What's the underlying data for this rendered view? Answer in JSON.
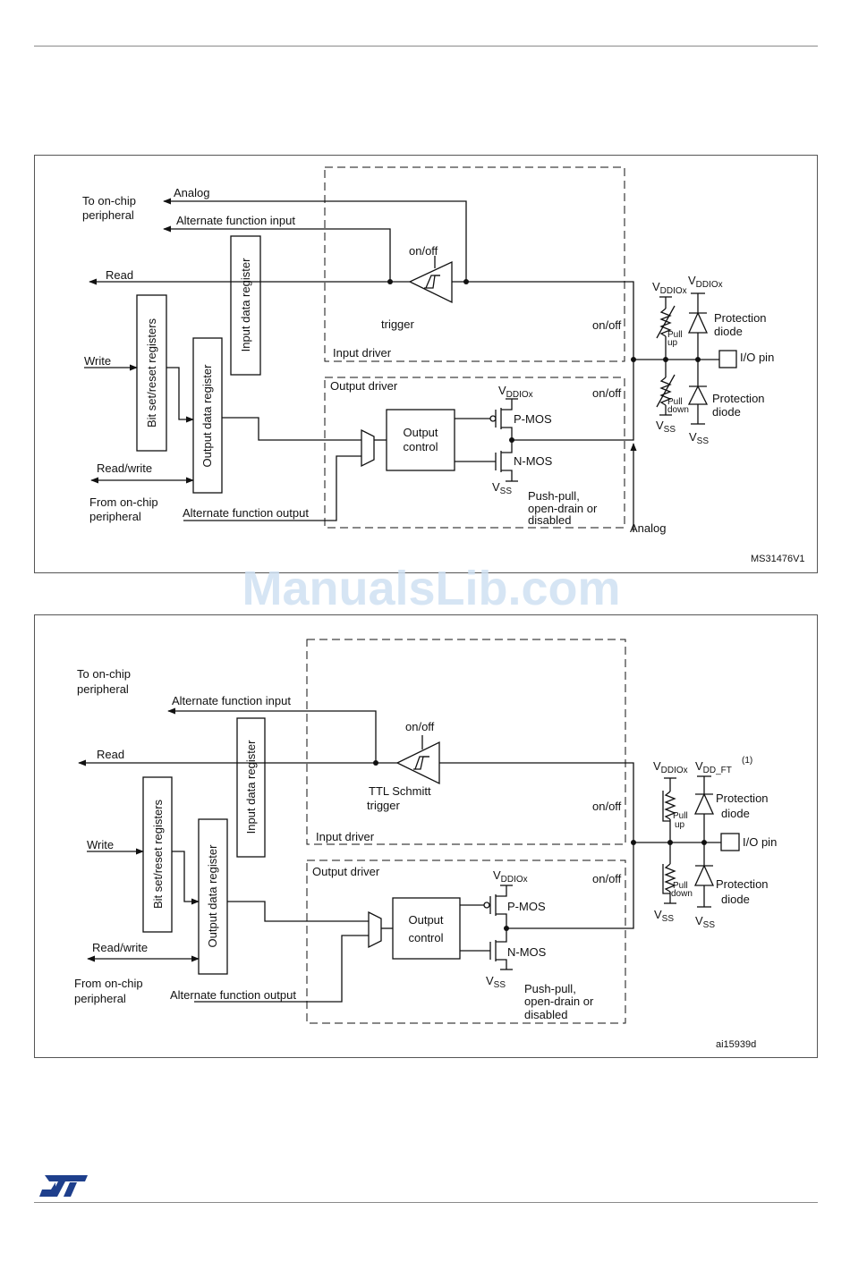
{
  "diagram1": {
    "to_onchip": [
      "To on-chip",
      "peripheral"
    ],
    "analog_in": "Analog",
    "alt_fn_input": "Alternate function input",
    "read": "Read",
    "write": "Write",
    "read_write": "Read/write",
    "from_onchip": [
      "From on-chip",
      "peripheral"
    ],
    "alt_fn_output": "Alternate function output",
    "input_data_register": "Input data register",
    "bit_set_reset_registers": "Bit set/reset registers",
    "output_data_register": "Output data register",
    "on_off_trigger": "on/off",
    "trigger": "trigger",
    "on_off_input": "on/off",
    "on_off_output": "on/off",
    "input_driver": "Input driver",
    "output_driver": "Output driver",
    "output_control": [
      "Output",
      "control"
    ],
    "pmos": "P-MOS",
    "nmos": "N-MOS",
    "vdd_main": "V",
    "vdd_main_sub": "DDIOx",
    "vss_main": "V",
    "vss_main_sub": "SS",
    "push_pull": [
      "Push-pull,",
      "open-drain or",
      "disabled"
    ],
    "analog_out": "Analog",
    "vdd_pull": "V",
    "vdd_pull_sub": "DDIOx",
    "vdd_diode": "V",
    "vdd_diode_sub": "DDIOx",
    "pull_up": [
      "Pull",
      "up"
    ],
    "pull_down": [
      "Pull",
      "down"
    ],
    "vss_pull": "V",
    "vss_pull_sub": "SS",
    "vss_diode": "V",
    "vss_diode_sub": "SS",
    "protection_diode_top": [
      "Protection",
      "diode"
    ],
    "protection_diode_bottom": [
      "Protection",
      "diode"
    ],
    "io_pin": "I/O pin",
    "ref_code": "MS31476V1"
  },
  "watermark": "ManualsLib.com",
  "diagram2": {
    "to_onchip": [
      "To on-chip",
      "peripheral"
    ],
    "alt_fn_input": "Alternate function input",
    "read": "Read",
    "write": "Write",
    "read_write": "Read/write",
    "from_onchip": [
      "From on-chip",
      "peripheral"
    ],
    "alt_fn_output": "Alternate function output",
    "input_data_register": "Input data register",
    "bit_set_reset_registers": "Bit set/reset registers",
    "output_data_register": "Output data register",
    "on_off_trigger": "on/off",
    "ttl_schmitt": [
      "TTL Schmitt",
      "trigger"
    ],
    "on_off_input": "on/off",
    "on_off_output": "on/off",
    "input_driver": "Input driver",
    "output_driver": "Output driver",
    "output_control": [
      "Output",
      "control"
    ],
    "pmos": "P-MOS",
    "nmos": "N-MOS",
    "vdd_main": "V",
    "vdd_main_sub": "DDIOx",
    "vss_main": "V",
    "vss_main_sub": "SS",
    "push_pull": [
      "Push-pull,",
      "open-drain or",
      "disabled"
    ],
    "vdd_pull": "V",
    "vdd_pull_sub": "DDIOx",
    "vdd_diode": "V",
    "vdd_diode_sub": "DD_FT",
    "footnote": "(1)",
    "pull_up": [
      "Pull",
      "up"
    ],
    "pull_down": [
      "Pull",
      "down"
    ],
    "vss_pull": "V",
    "vss_pull_sub": "SS",
    "vss_diode": "V",
    "vss_diode_sub": "SS",
    "protection_diode_top": [
      "Protection",
      "diode"
    ],
    "protection_diode_bottom": [
      "Protection",
      "diode"
    ],
    "io_pin": "I/O pin",
    "ref_code": "ai15939d"
  },
  "colors": {
    "line": "#111111",
    "frame": "#555555",
    "watermark": "#cfe0f2",
    "logo": "#1e3f8c"
  }
}
